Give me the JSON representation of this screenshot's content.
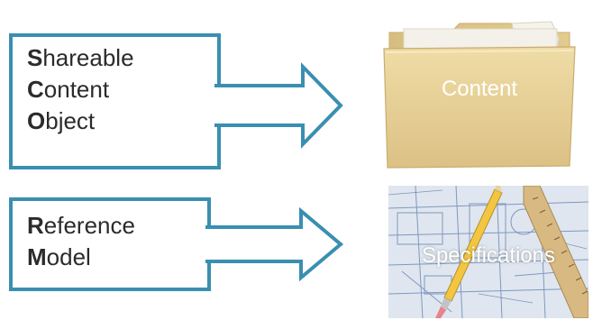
{
  "sco_box": {
    "lines": [
      {
        "initial": "S",
        "rest": "hareable"
      },
      {
        "initial": "C",
        "rest": "ontent"
      },
      {
        "initial": "O",
        "rest": "bject"
      }
    ]
  },
  "rm_box": {
    "lines": [
      {
        "initial": "R",
        "rest": "eference"
      },
      {
        "initial": "M",
        "rest": "odel"
      }
    ]
  },
  "targets": {
    "content_label": "Content",
    "specifications_label": "Specifications"
  },
  "colors": {
    "accent": "#3a8fb0",
    "text": "#2b2b2b",
    "folder": "#e6cf92"
  },
  "icons": [
    "right-arrow-icon",
    "folder-icon",
    "blueprint-icon"
  ]
}
